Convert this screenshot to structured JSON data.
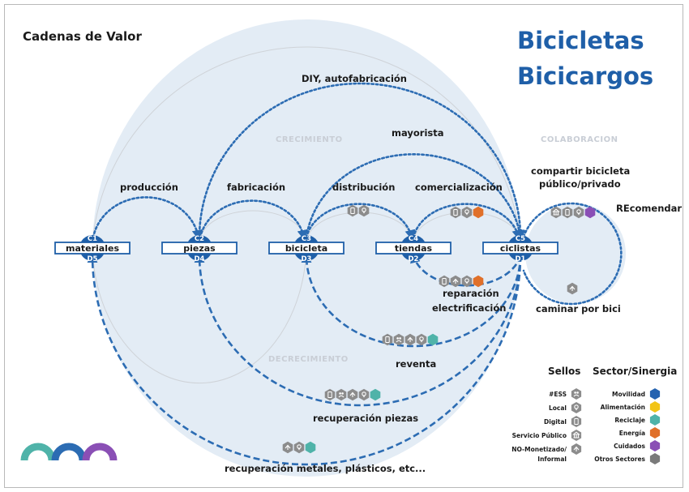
{
  "header": {
    "left_title": "Cadenas de Valor",
    "title_line1": "Bicicletas",
    "title_line2": "Bicicargos"
  },
  "zones": {
    "growth": "CRECIMIENTO",
    "collaboration": "COLABORACION",
    "degrowth": "DECRECIMIENTO"
  },
  "nodes": [
    {
      "id": "materiales",
      "top": "C1",
      "bottom": "D5",
      "label": "materiales"
    },
    {
      "id": "piezas",
      "top": "C2",
      "bottom": "D4",
      "label": "piezas"
    },
    {
      "id": "bicicleta",
      "top": "C3",
      "bottom": "D3",
      "label": "bicicleta"
    },
    {
      "id": "tiendas",
      "top": "C4",
      "bottom": "D2",
      "label": "tiendas"
    },
    {
      "id": "ciclistas",
      "top": "C5",
      "bottom": "D1",
      "label": "ciclistas"
    }
  ],
  "flows": {
    "diy": "DIY, autofabricación",
    "mayorista": "mayorista",
    "produccion": "producción",
    "fabricacion": "fabricación",
    "distribucion": "distribución",
    "comercializacion": "comercialización",
    "compartir_1": "compartir bicicleta",
    "compartir_2": "público/privado",
    "recomendar": "REcomendar",
    "reparacion": "reparación",
    "electrificacion": "electrificación",
    "caminar": "caminar por bici",
    "reventa": "reventa",
    "recuperacion_piezas": "recuperación piezas",
    "recuperacion_metales": "recuperación metales, plásticos, etc..."
  },
  "legend": {
    "sellos_title": "Sellos",
    "sector_title": "Sector/Sinergia",
    "sellos": [
      "#ESS",
      "Local",
      "Digital",
      "Servicio Público",
      "NO-Monetizado/",
      "Informal"
    ],
    "sectors": [
      {
        "label": "Movilidad",
        "color": "#2563b0"
      },
      {
        "label": "Alimentación",
        "color": "#f2c416"
      },
      {
        "label": "Reciclaje",
        "color": "#4fb3a9"
      },
      {
        "label": "Energía",
        "color": "#e0702a"
      },
      {
        "label": "Cuidados",
        "color": "#8a4fb5"
      },
      {
        "label": "Otros Sectores",
        "color": "#7a7a7a"
      }
    ]
  },
  "colors": {
    "accent": "#1f5fa8",
    "bubble": "#e3ecf5",
    "gray_icon": "#8c8c8c"
  },
  "icon_groups": [
    {
      "id": "distribucion-icons",
      "icons": [
        "digital-icon",
        "local-icon"
      ]
    },
    {
      "id": "comercializacion-icons",
      "icons": [
        "digital-icon",
        "local-icon"
      ],
      "sector": "energia"
    },
    {
      "id": "compartir-icons",
      "icons": [
        "servicio-publico-icon",
        "digital-icon",
        "local-icon"
      ],
      "sector": "cuidados"
    },
    {
      "id": "reparacion-icons",
      "icons": [
        "digital-icon",
        "informal-icon",
        "local-icon"
      ],
      "sector": "energia"
    },
    {
      "id": "caminar-icons",
      "icons": [
        "informal-icon"
      ]
    },
    {
      "id": "reventa-icons",
      "icons": [
        "digital-icon",
        "ess-icon",
        "informal-icon",
        "local-icon"
      ],
      "sector": "reciclaje"
    },
    {
      "id": "recuperacion-piezas-icons",
      "icons": [
        "digital-icon",
        "ess-icon",
        "informal-icon",
        "local-icon"
      ],
      "sector": "reciclaje"
    },
    {
      "id": "recuperacion-metales-icons",
      "icons": [
        "informal-icon",
        "local-icon"
      ],
      "sector": "reciclaje"
    }
  ]
}
